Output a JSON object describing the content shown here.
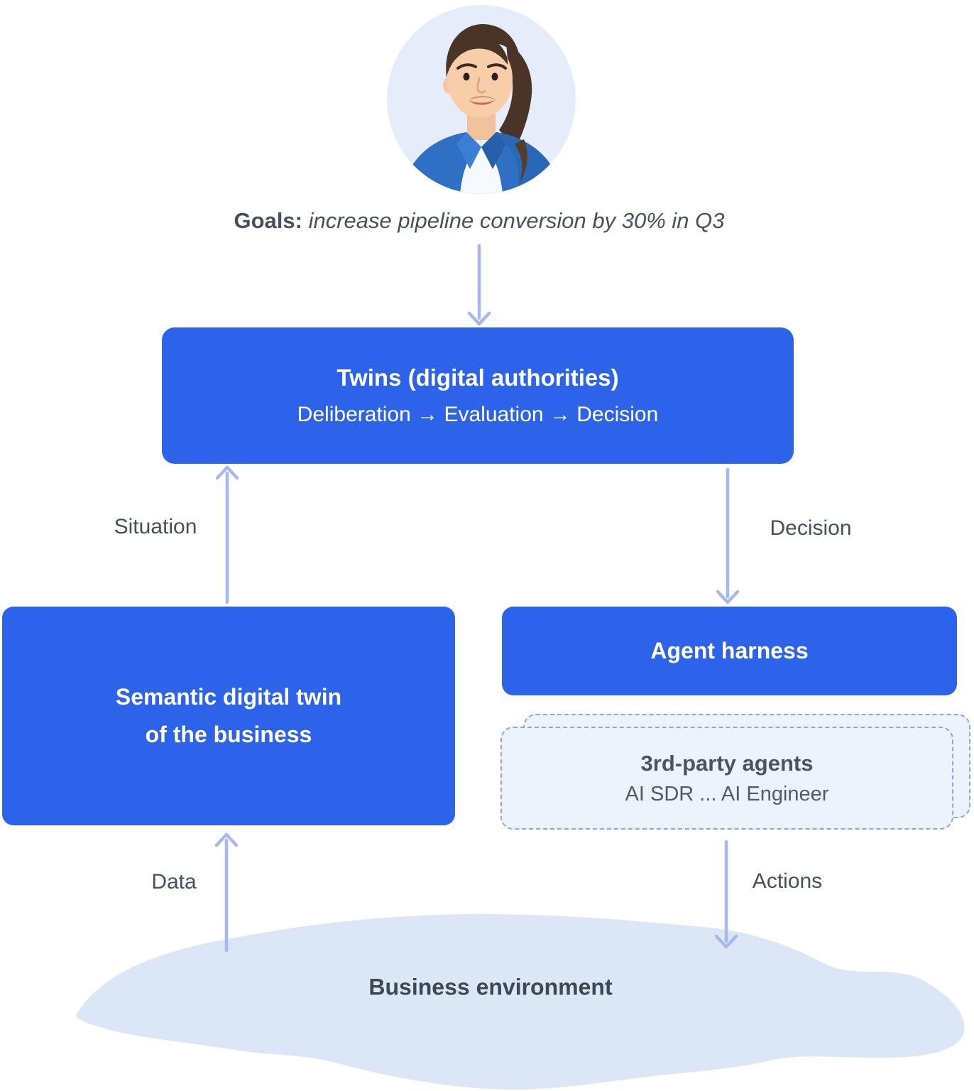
{
  "colors": {
    "accent-blue": "#2d63e8",
    "arrow": "#a6b8f3",
    "label-text": "#47505f",
    "card-bg": "#edf3fc",
    "card-border": "#8ba6ef",
    "card-title": "#4a5361",
    "card-subtitle": "#515a68",
    "blob": "#dbe6f6",
    "blob-text": "#3f4754",
    "box-text": "#ffffff",
    "goal-text": "#47505f"
  },
  "header": {
    "avatar": "businesswoman-avatar",
    "goal_label": "Goals:",
    "goal_text": " increase pipeline conversion by 30% in Q3"
  },
  "nodes": {
    "twins": {
      "title": "Twins (digital authorities)",
      "subtitle": "Deliberation → Evaluation → Decision"
    },
    "semantic_twin": {
      "line1": "Semantic digital twin",
      "line2": "of the business"
    },
    "agent_harness": {
      "title": "Agent harness"
    },
    "third_party_agents": {
      "title": "3rd-party agents",
      "subtitle": "AI SDR ... AI Engineer"
    },
    "business_environment": {
      "title": "Business environment"
    }
  },
  "edge_labels": {
    "situation": "Situation",
    "decision": "Decision",
    "data": "Data",
    "actions": "Actions"
  }
}
